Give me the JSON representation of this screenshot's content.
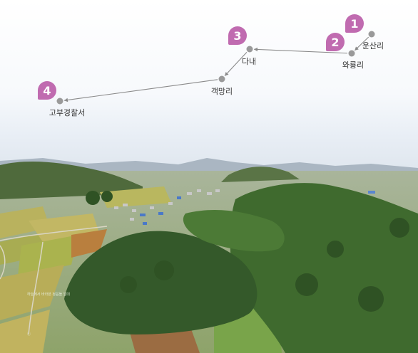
{
  "route": {
    "stops": [
      {
        "number": "1",
        "name": "운산리"
      },
      {
        "number": "2",
        "name": "와룡리"
      },
      {
        "number": "3",
        "name": "다내"
      },
      {
        "number": "",
        "name": "객망리"
      },
      {
        "number": "4",
        "name": "고부경찰서"
      }
    ]
  },
  "caption": {
    "line1": "하늘에서 바라본 정읍들 일대",
    "line2": "ⓒ"
  },
  "colors": {
    "pin": "#c06bb0",
    "route_dot": "#9a9a9a",
    "route_line": "#8a8a8a",
    "label": "#333333"
  }
}
